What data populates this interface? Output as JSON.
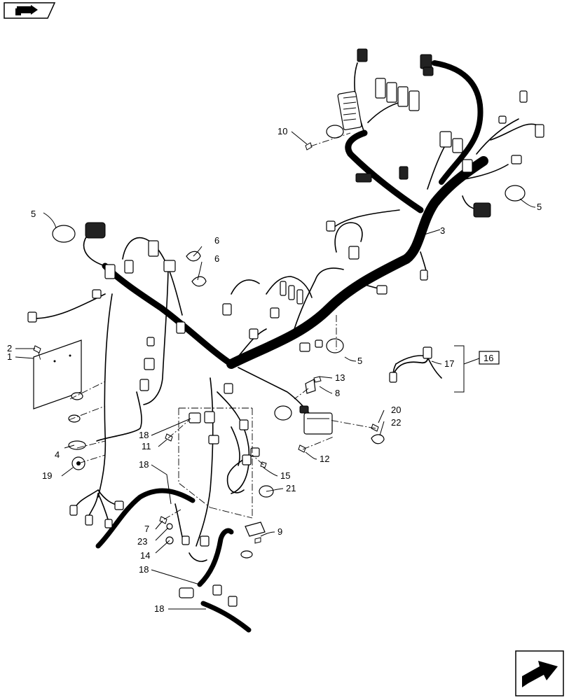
{
  "diagram": {
    "callouts": [
      {
        "id": "c1",
        "label": "1"
      },
      {
        "id": "c2",
        "label": "2"
      },
      {
        "id": "c3",
        "label": "3"
      },
      {
        "id": "c4",
        "label": "4"
      },
      {
        "id": "c5a",
        "label": "5"
      },
      {
        "id": "c5b",
        "label": "5"
      },
      {
        "id": "c5c",
        "label": "5"
      },
      {
        "id": "c6a",
        "label": "6"
      },
      {
        "id": "c6b",
        "label": "6"
      },
      {
        "id": "c7",
        "label": "7"
      },
      {
        "id": "c8",
        "label": "8"
      },
      {
        "id": "c9",
        "label": "9"
      },
      {
        "id": "c10",
        "label": "10"
      },
      {
        "id": "c11",
        "label": "11"
      },
      {
        "id": "c12",
        "label": "12"
      },
      {
        "id": "c13",
        "label": "13"
      },
      {
        "id": "c14",
        "label": "14"
      },
      {
        "id": "c15",
        "label": "15"
      },
      {
        "id": "c16",
        "label": "16"
      },
      {
        "id": "c17",
        "label": "17"
      },
      {
        "id": "c18a",
        "label": "18"
      },
      {
        "id": "c18b",
        "label": "18"
      },
      {
        "id": "c18c",
        "label": "18"
      },
      {
        "id": "c18d",
        "label": "18"
      },
      {
        "id": "c19",
        "label": "19"
      },
      {
        "id": "c20",
        "label": "20"
      },
      {
        "id": "c21",
        "label": "21"
      },
      {
        "id": "c22",
        "label": "22"
      },
      {
        "id": "c23",
        "label": "23"
      }
    ],
    "icons": {
      "top_left": "navigation-tab-icon",
      "bottom_right": "next-page-arrow-icon"
    }
  }
}
